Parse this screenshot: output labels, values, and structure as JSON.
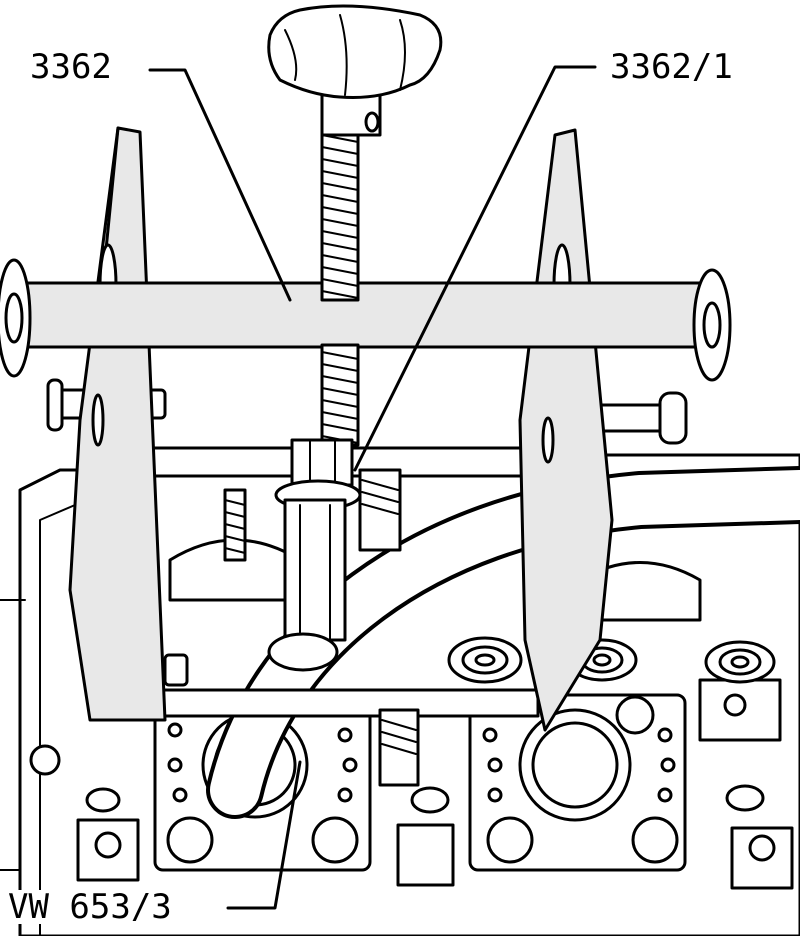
{
  "labels": {
    "tool_3362": "3362",
    "tool_3362_1": "3362/1",
    "tool_vw653_3": "VW 653/3"
  },
  "colors": {
    "ink": "#000000",
    "part_fill": "#e8e8e8",
    "background": "#ffffff"
  }
}
